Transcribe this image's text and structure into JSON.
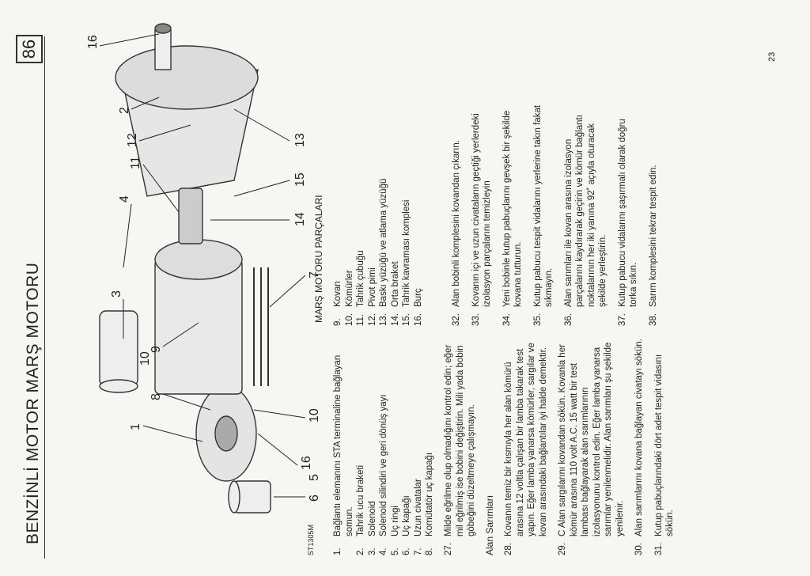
{
  "header": {
    "title": "BENZİNLİ MOTOR MARŞ MOTORU",
    "page_box": "86"
  },
  "figure": {
    "code": "ST1305M",
    "callouts": [
      "16",
      "2",
      "12",
      "11",
      "4",
      "3",
      "9",
      "8",
      "1",
      "13",
      "15",
      "14",
      "7",
      "10",
      "10",
      "6",
      "16",
      "5"
    ]
  },
  "parts_title": "MARŞ MOTORU PARÇALARI",
  "parts_left": [
    {
      "n": "1.",
      "t": "Bağlantı elemanını STA terminaline bağlayan somun."
    },
    {
      "n": "2.",
      "t": "Tahrik ucu braketi"
    },
    {
      "n": "3.",
      "t": "Solenoid"
    },
    {
      "n": "4.",
      "t": "Solenoid silindiri ve geri dönüş yayı"
    },
    {
      "n": "5.",
      "t": "Uç ringi"
    },
    {
      "n": "6.",
      "t": "Uç kapağı"
    },
    {
      "n": "7.",
      "t": "Uzun civatalar"
    },
    {
      "n": "8.",
      "t": "Komütatör uç kapağı"
    }
  ],
  "parts_right": [
    {
      "n": "9.",
      "t": "Kovan"
    },
    {
      "n": "10.",
      "t": "Kömürler"
    },
    {
      "n": "11.",
      "t": "Tahrik çubuğu"
    },
    {
      "n": "12.",
      "t": "Pivot pimi"
    },
    {
      "n": "13.",
      "t": "Baskı yüzüğü ve atlama yüzüğü"
    },
    {
      "n": "14.",
      "t": "Orta braket"
    },
    {
      "n": "15.",
      "t": "Tahrik kavraması komplesi"
    },
    {
      "n": "16.",
      "t": "Burç"
    }
  ],
  "steps_left_a": [
    {
      "n": "27.",
      "t": "Milde eğrilme olup olmadığını kontrol edin; eğer mil eğrilmiş ise bobini değiştirin. Mili yada bobin göbeğini düzeltmeye çalışmayın."
    }
  ],
  "subhead_left": "Alan Sarımları",
  "steps_left_b": [
    {
      "n": "28.",
      "t": "Kovanın temiz bir kısmıyla her alan kömürü arasına 12 voltla çalışan bir lamba takarak test yapın. Eğer lamba yanarsa kömürler, sargılar ve kovan arasındaki bağlantılar iyi halde demektir."
    },
    {
      "n": "29.",
      "t": "C Alan sargılarını kovandan sökün. Kovanla her kömür arasına 110 volt A.C. 15 watt bir test lambası bağlayarak alan sarımlarının izolasyonunu kontrol edin. Eğer lamba yanarsa sarımlar yenilenmelidir. Alan sarımları şu şekilde yenilenir."
    },
    {
      "n": "30.",
      "t": "Alan sarımlarını kovana bağlayan civatayı sökün."
    },
    {
      "n": "31.",
      "t": "Kutup pabuçlarındaki dört adet tespit vidasını sökün."
    }
  ],
  "steps_right": [
    {
      "n": "32.",
      "t": "Alan bobinli komplesini kovandan çıkarın."
    },
    {
      "n": "33.",
      "t": "Kovanın içi ve uzun civataların geçtiği yerlerdeki izolasyon parçalarını temizleyin"
    },
    {
      "n": "34.",
      "t": "Yeni bobinle kutup pabuçlarını gevşek bir şekilde kovana tutturun."
    },
    {
      "n": "35.",
      "t": "Kutup pabucu tespit vidalarını yerlerine takın fakat sıkmayın."
    },
    {
      "n": "36.",
      "t": "Alan sarımları ile kovan arasına izolasyon parçalarını kaydırarak geçirin ve kömür bağlantı noktalarının her iki yanına 92˚ açıyla oturacak şekilde yerleştirin."
    },
    {
      "n": "37.",
      "t": "Kutup pabucu vidalarını şaşırmalı olarak doğru torka sıkın."
    },
    {
      "n": "38.",
      "t": "Sarım komplesini tekrar tespit edin."
    }
  ],
  "page_number": "23"
}
